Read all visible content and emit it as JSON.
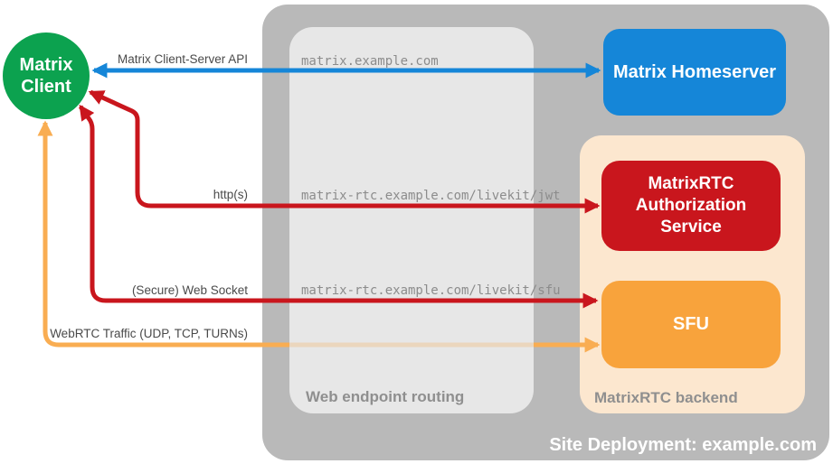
{
  "colors": {
    "client_green": "#0ca24f",
    "homeserver_blue": "#1586d8",
    "service_red": "#c9161d",
    "sfu_orange": "#f8a33c",
    "arrow_orange": "#f9ad52",
    "backend_peach": "#fce7cf",
    "container_gray": "#b9b9b9",
    "routing_gray": "#e7e7e7"
  },
  "client": {
    "label": "Matrix Client"
  },
  "deployment": {
    "title": "Site Deployment: example.com",
    "homeserver": {
      "label": "Matrix Homeserver"
    },
    "routing": {
      "label": "Web endpoint routing",
      "endpoints": [
        "matrix.example.com",
        "matrix-rtc.example.com/livekit/jwt",
        "matrix-rtc.example.com/livekit/sfu"
      ]
    },
    "backend": {
      "label": "MatrixRTC backend",
      "auth_service": {
        "label": "MatrixRTC Authorization Service"
      },
      "sfu": {
        "label": "SFU"
      }
    }
  },
  "connections": [
    {
      "label": "Matrix Client-Server API",
      "from": "matrix-client",
      "to": "matrix-homeserver",
      "color": "#1586d8",
      "bidirectional": true
    },
    {
      "label": "http(s)",
      "from": "matrix-client",
      "to": "matrixrtc-authorization-service",
      "color": "#c9161d",
      "bidirectional": true
    },
    {
      "label": "(Secure) Web Socket",
      "from": "matrix-client",
      "to": "sfu",
      "color": "#c9161d",
      "bidirectional": true
    },
    {
      "label": "WebRTC Traffic (UDP, TCP, TURNs)",
      "from": "matrix-client",
      "to": "sfu",
      "color": "#f9ad52",
      "bidirectional": true
    }
  ]
}
